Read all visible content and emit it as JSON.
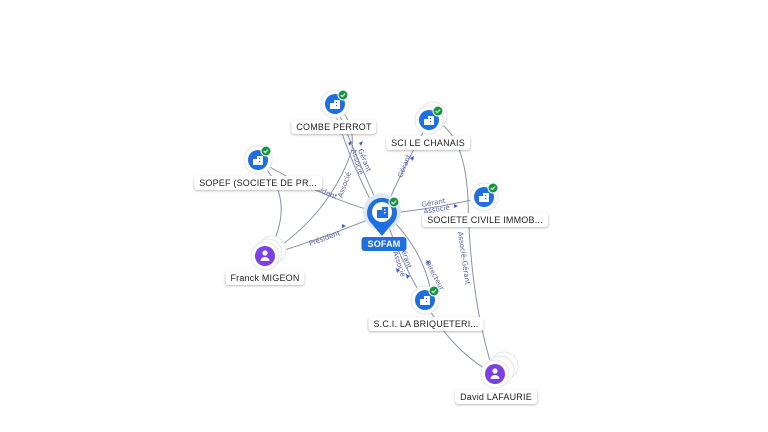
{
  "colors": {
    "company": "#1f6fe0",
    "person": "#7b3fe4",
    "check": "#14963e",
    "edge": "#8a93a6",
    "edge_label": "#5661a8"
  },
  "nodes": {
    "center": {
      "label": "SOFAM",
      "icon": "building-icon",
      "verified": true
    },
    "combe": {
      "label": "COMBE PERROT",
      "icon": "building-icon",
      "verified": true
    },
    "chanais": {
      "label": "SCI LE CHANAIS",
      "icon": "building-icon",
      "verified": true
    },
    "sopef": {
      "label": "SOPEF (SOCIETE DE PR...",
      "icon": "building-icon",
      "verified": true
    },
    "civile": {
      "label": "SOCIETE CIVILE IMMOB...",
      "icon": "building-icon",
      "verified": true
    },
    "franck": {
      "label": "Franck MIGEON",
      "icon": "person-icon",
      "verified": false
    },
    "briq": {
      "label": "S.C.I. LA BRIQUETERI...",
      "icon": "building-icon",
      "verified": true
    },
    "david": {
      "label": "David LAFAURIE",
      "icon": "person-icon",
      "verified": false
    }
  },
  "edge_labels": {
    "gerant": "Gérant",
    "associe": "Associé",
    "president": "Président",
    "directeur": "Directeur",
    "associe_gerant": "Associé-Gérant"
  }
}
